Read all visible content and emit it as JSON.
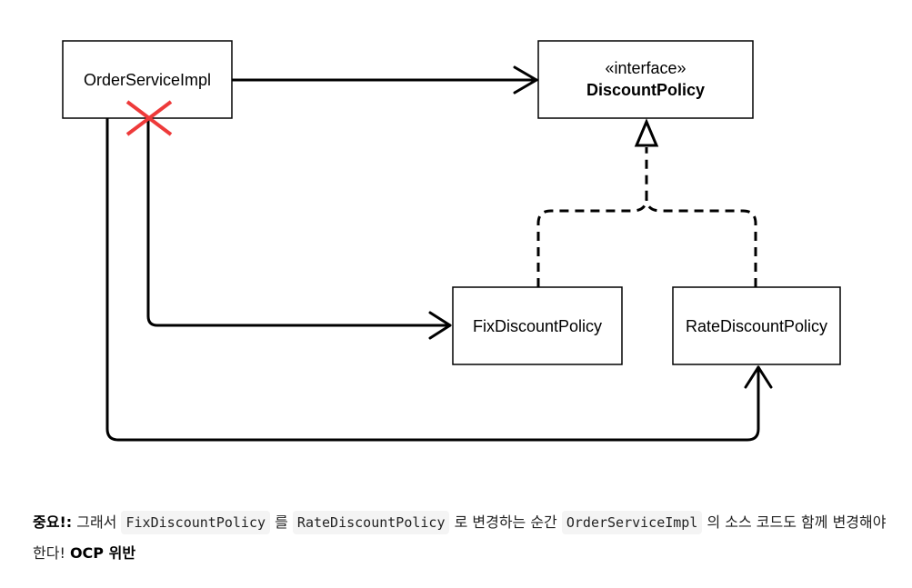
{
  "diagram": {
    "nodes": {
      "order_service": {
        "label": "OrderServiceImpl"
      },
      "discount_policy": {
        "stereotype": "«interface»",
        "label": "DiscountPolicy"
      },
      "fix_policy": {
        "label": "FixDiscountPolicy"
      },
      "rate_policy": {
        "label": "RateDiscountPolicy"
      }
    },
    "marks": {
      "removed_dependency": "red-x-icon",
      "red_x_color": "#ee3a3a"
    }
  },
  "note": {
    "prefix": "중요!:",
    "text1": " 그래서 ",
    "code1": "FixDiscountPolicy",
    "text2": " 를 ",
    "code2": "RateDiscountPolicy",
    "text3": " 로 변경하는 순간 ",
    "code3": "OrderServiceImpl",
    "text4": " 의 소스 코드도 함께 변경해야 한다! ",
    "emphasis": "OCP 위반"
  }
}
